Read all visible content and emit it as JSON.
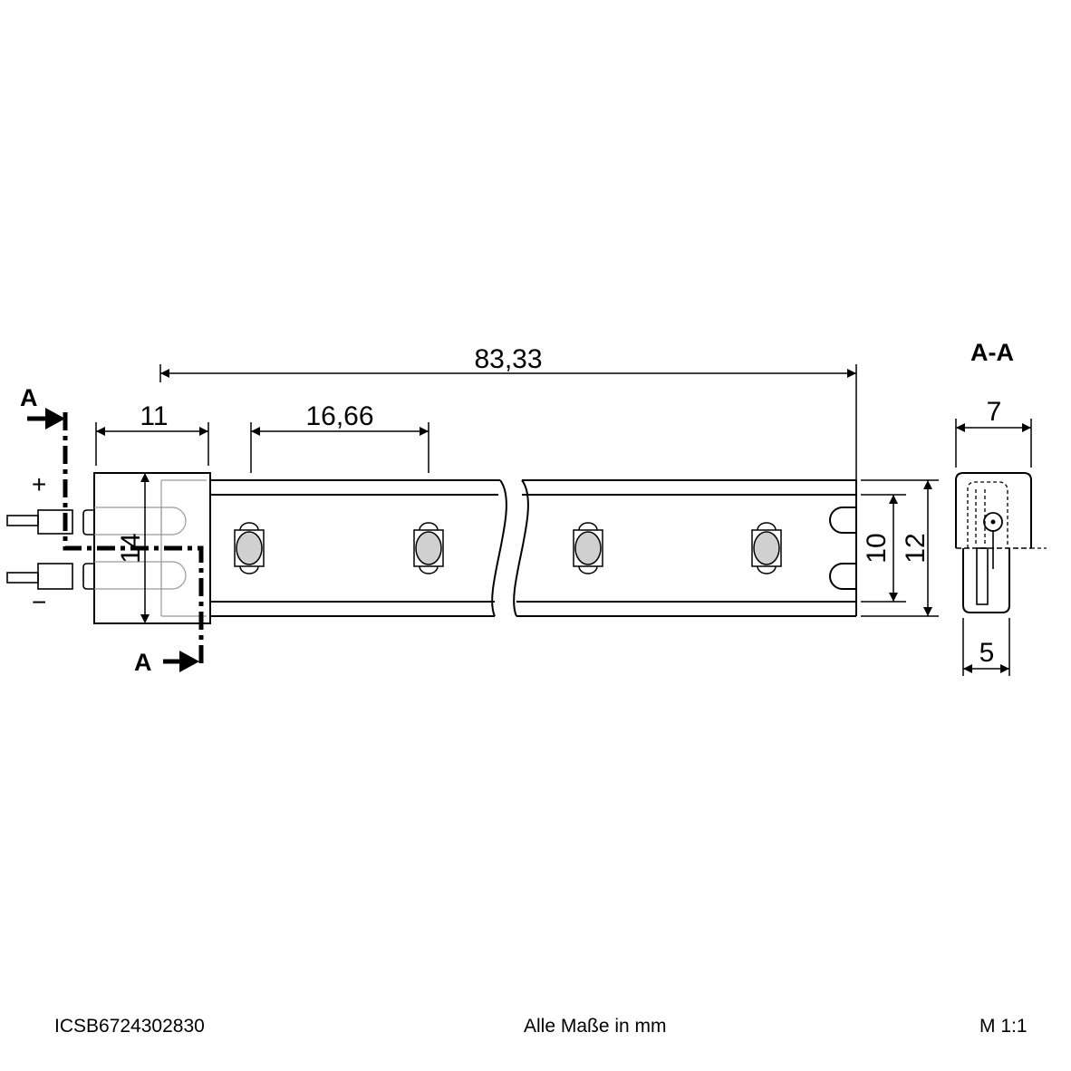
{
  "drawing": {
    "dimensions": {
      "total_length": "83,33",
      "led_pitch": "16,66",
      "cap_length": "11",
      "cap_height": "14",
      "inner_height": "10",
      "outer_height": "12",
      "section_width_top": "7",
      "section_width_bottom": "5"
    },
    "section_label": "A-A",
    "cut_marker": "A",
    "polarity": {
      "plus": "+",
      "minus": "−"
    }
  },
  "footer": {
    "part_number": "ICSB6724302830",
    "units_note": "Alle Maße in mm",
    "scale": "M 1:1"
  },
  "colors": {
    "line": "#000000",
    "led_fill": "#d0d0d0",
    "background": "#ffffff"
  }
}
